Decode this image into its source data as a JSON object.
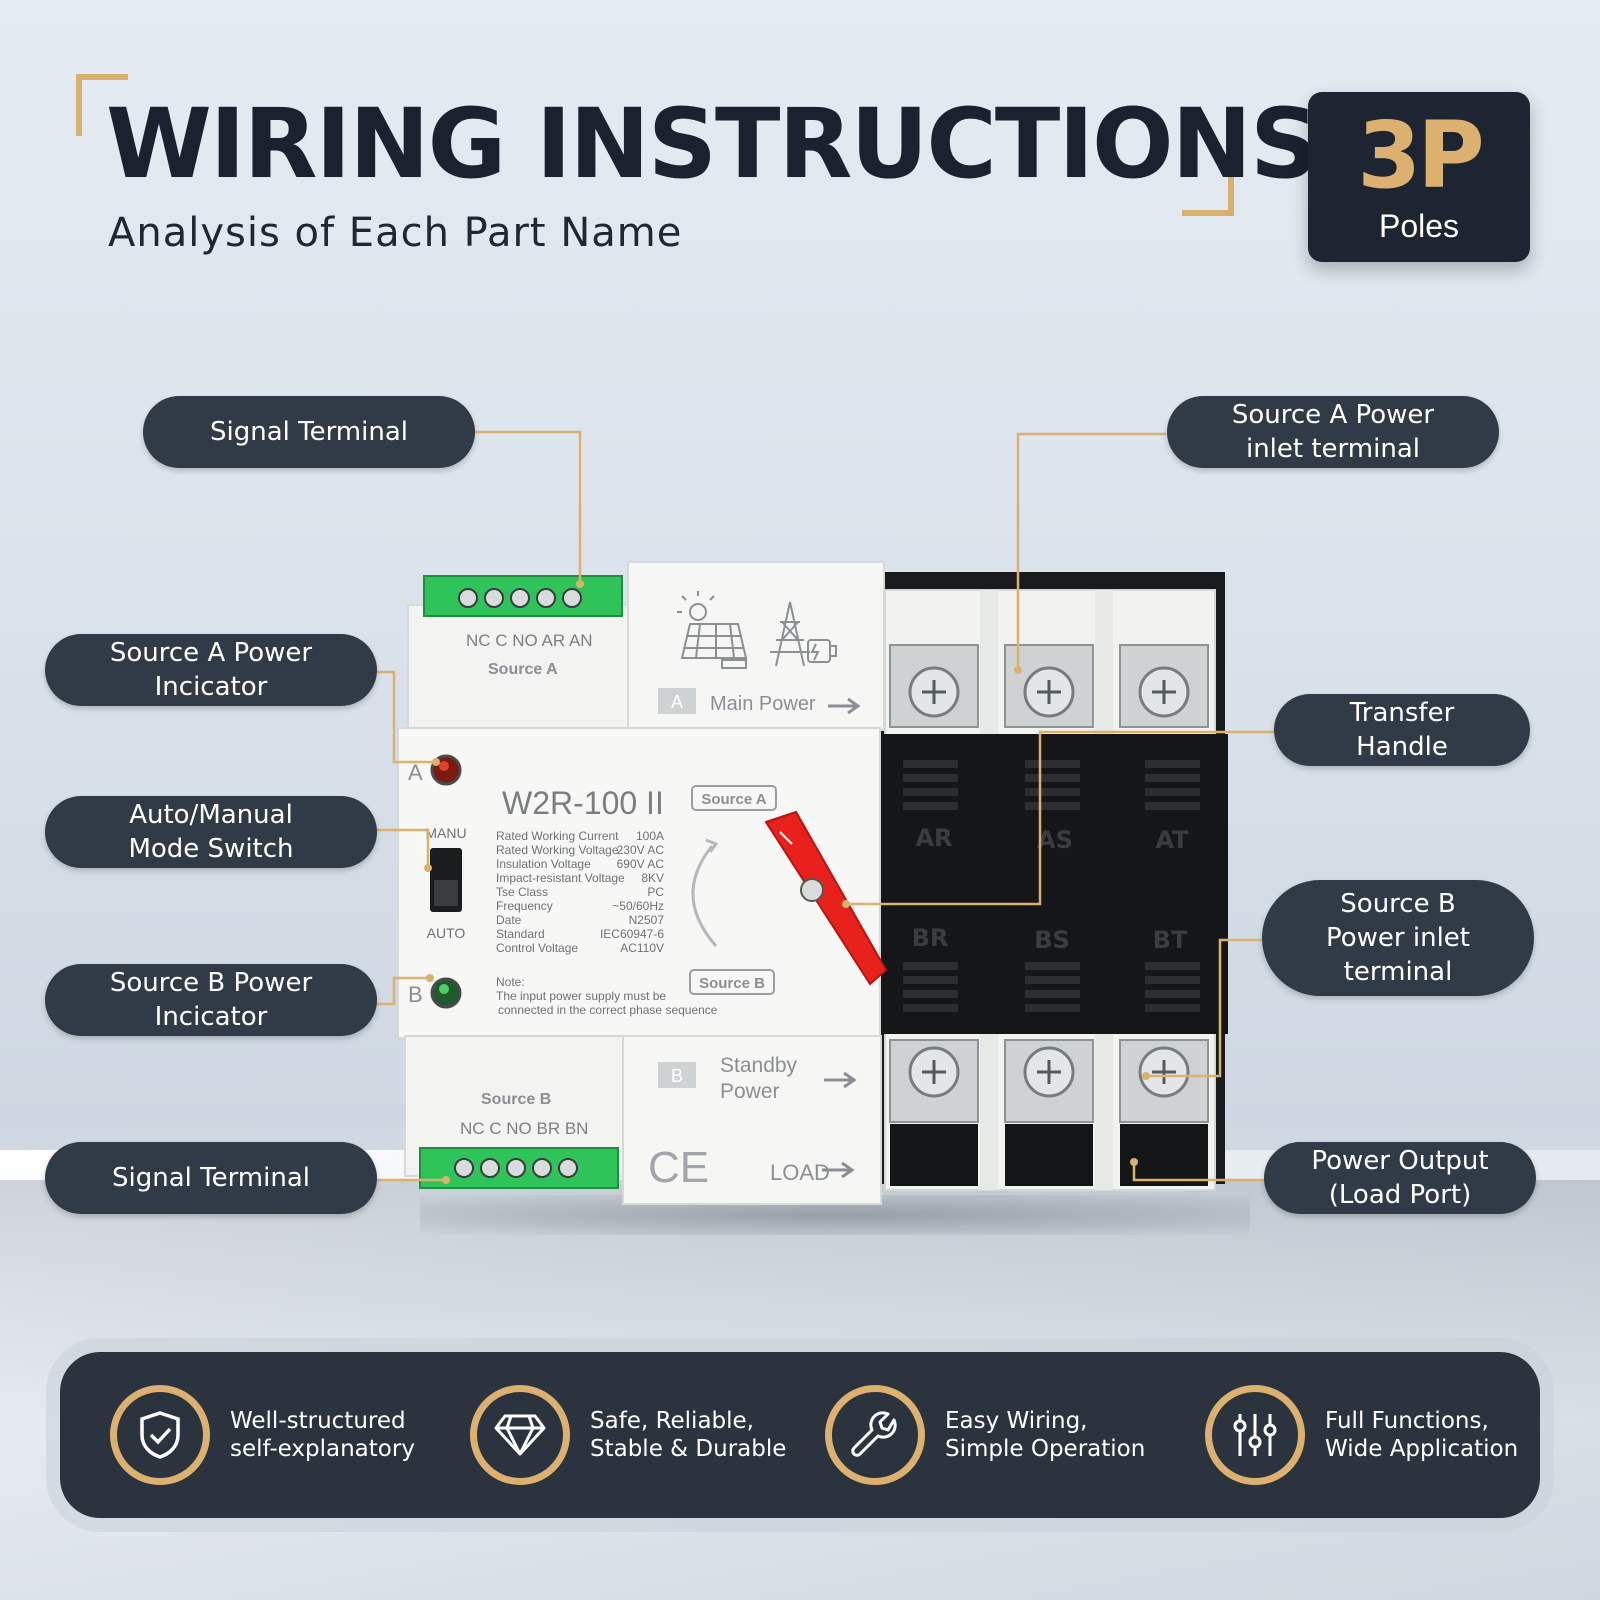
{
  "header": {
    "title": "WIRING INSTRUCTIONS",
    "subtitle": "Analysis of Each Part Name",
    "badge_main": "3P",
    "badge_sub": "Poles"
  },
  "callouts": {
    "signal_terminal_top": "Signal Terminal",
    "source_a_indicator": "Source A Power\nIncicator",
    "mode_switch": "Auto/Manual\nMode Switch",
    "source_b_indicator": "Source B Power\nIncicator",
    "signal_terminal_bottom": "Signal Terminal",
    "source_a_inlet": "Source A Power\ninlet terminal",
    "transfer_handle": "Transfer\nHandle",
    "source_b_inlet": "Source B\nPower inlet\nterminal",
    "power_output": "Power Output\n(Load Port)"
  },
  "device": {
    "terminal_a_labels": "NC  C  NO  AR  AN",
    "terminal_a_source": "Source A",
    "terminal_b_labels": "NC  C  NO  BR  BN",
    "terminal_b_source": "Source B",
    "main_power_letter": "A",
    "main_power_label": "Main Power",
    "standby_letter": "B",
    "standby_label_1": "Standby",
    "standby_label_2": "Power",
    "load_label": "LOAD",
    "ce_mark": "CE",
    "model": "W2R-100 II",
    "indicator_a": "A",
    "indicator_b": "B",
    "manu": "MANU",
    "auto": "AUTO",
    "source_a_tag": "Source A",
    "source_b_tag": "Source B",
    "specs": [
      {
        "label": "Rated Working Current",
        "value": "100A"
      },
      {
        "label": "Rated Working Voltage",
        "value": "230V AC"
      },
      {
        "label": "Insulation Voltage",
        "value": "690V AC"
      },
      {
        "label": "Impact-resistant Voltage",
        "value": "8KV"
      },
      {
        "label": "Tse Class",
        "value": "PC"
      },
      {
        "label": "Frequency",
        "value": "~50/60Hz"
      },
      {
        "label": "Date",
        "value": "N2507"
      },
      {
        "label": "Standard",
        "value": "IEC60947-6"
      },
      {
        "label": "Control Voltage",
        "value": "AC110V"
      }
    ],
    "note_title": "Note:",
    "note_line1": "The input power supply must be",
    "note_line2": "connected in the correct phase sequence",
    "poles_top": [
      "AR",
      "AS",
      "AT"
    ],
    "poles_bottom": [
      "BR",
      "BS",
      "BT"
    ]
  },
  "features": [
    {
      "icon": "shield-check-icon",
      "text": "Well-structured\nself-explanatory"
    },
    {
      "icon": "diamond-icon",
      "text": "Safe, Reliable,\nStable & Durable"
    },
    {
      "icon": "wrench-icon",
      "text": "Easy Wiring,\nSimple Operation"
    },
    {
      "icon": "sliders-icon",
      "text": "Full Functions,\nWide Application"
    }
  ],
  "colors": {
    "accent_gold": "#dcb170",
    "pill_dark": "#313b47",
    "bar_dark": "#2a333e",
    "terminal_green": "#2fc45a",
    "handle_red": "#e8211d"
  }
}
